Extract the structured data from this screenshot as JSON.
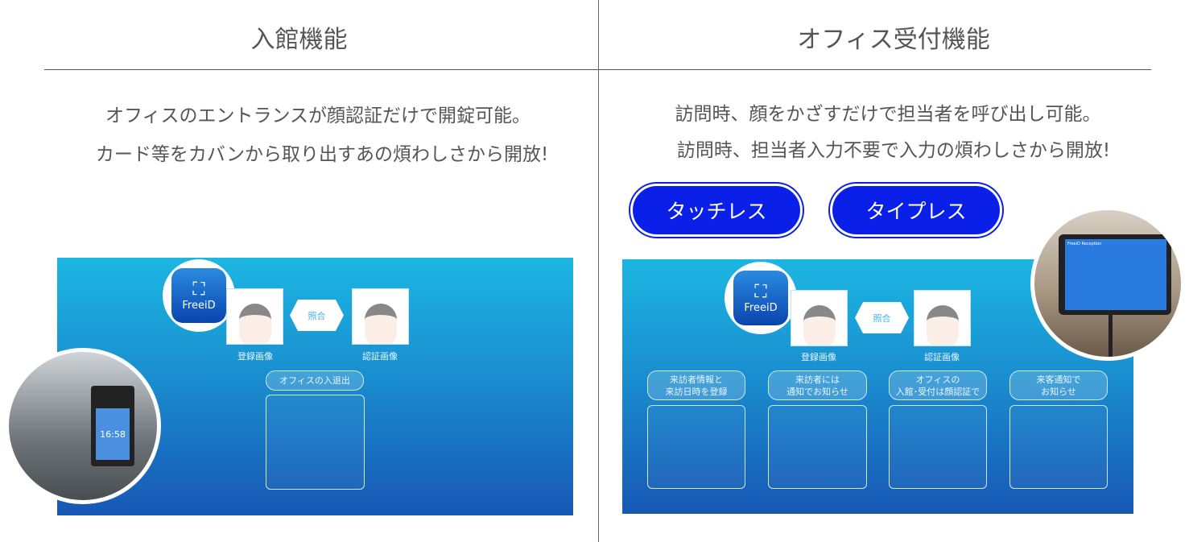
{
  "left": {
    "title": "入館機能",
    "lines": [
      "オフィスのエントランスが顔認証だけで開錠可能。",
      "カード等をカバンから取り出すあの煩わしさから開放!"
    ],
    "panel": {
      "logo": "FreeiD",
      "match": "照合",
      "registered": "登録画像",
      "auth": "認証画像",
      "office": "オフィスの入退出",
      "clock": "16:58"
    }
  },
  "right": {
    "title": "オフィス受付機能",
    "lines": [
      "訪問時、顔をかざすだけで担当者を呼び出し可能。",
      "訪問時、担当者入力不要で入力の煩わしさから開放!"
    ],
    "buttons": [
      "タッチレス",
      "タイプレス"
    ],
    "panel": {
      "logo": "FreeiD",
      "match": "照合",
      "registered": "登録画像",
      "auth": "認証画像",
      "steps": [
        [
          "来訪者情報と",
          "来訪日時を登録"
        ],
        [
          "来訪者には",
          "通知でお知らせ"
        ],
        [
          "オフィスの",
          "入館･受付は顔認証で"
        ],
        [
          "来客通知で",
          "お知らせ"
        ]
      ]
    },
    "tablet": {
      "header": "FreeiD Reception"
    }
  },
  "colors": {
    "button": "#0a1fe8",
    "panel_top": "#1cb6e2",
    "panel_bottom": "#1757b5"
  }
}
